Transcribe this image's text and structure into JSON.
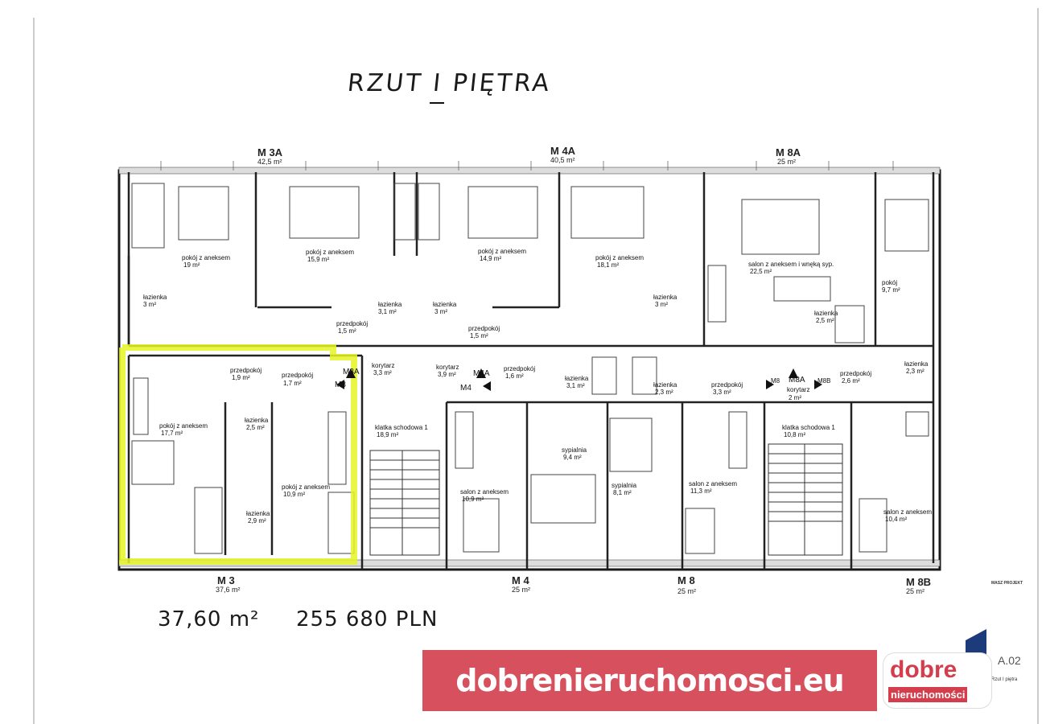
{
  "title": "RZUT I PIĘTRA",
  "annotation": {
    "area": "37,60 m²",
    "price": "255 680 PLN"
  },
  "units_top": [
    {
      "name": "M 3A",
      "area": "42,5 m²"
    },
    {
      "name": "M 4A",
      "area": "40,5 m²"
    },
    {
      "name": "M 8A",
      "area": "25 m²"
    }
  ],
  "units_bottom": [
    {
      "name": "M 3",
      "area": "37,6 m²"
    },
    {
      "name": "M 4",
      "area": "25 m²"
    },
    {
      "name": "M 8",
      "area": "25 m²"
    },
    {
      "name": "M 8B",
      "area": "25 m²"
    }
  ],
  "rooms": {
    "r1": {
      "name": "pokój z aneksem",
      "area": "19 m²"
    },
    "r2": {
      "name": "łazienka",
      "area": "3 m²"
    },
    "r3": {
      "name": "pokój z aneksem",
      "area": "15,9 m²"
    },
    "r4": {
      "name": "łazienka",
      "area": "3,1 m²"
    },
    "r5": {
      "name": "przedpokój",
      "area": "1,5 m²"
    },
    "r6": {
      "name": "pokój z aneksem",
      "area": "14,9 m²"
    },
    "r7": {
      "name": "łazienka",
      "area": "3 m²"
    },
    "r8": {
      "name": "przedpokój",
      "area": "1,5 m²"
    },
    "r9": {
      "name": "pokój z aneksem",
      "area": "18,1 m²"
    },
    "r10": {
      "name": "łazienka",
      "area": "3 m²"
    },
    "r11": {
      "name": "salon z aneksem i wnęką syp.",
      "area": "22,5 m²"
    },
    "r12": {
      "name": "łazienka",
      "area": "2,5 m²"
    },
    "r13": {
      "name": "pokój",
      "area": "9,7 m²"
    },
    "r14": {
      "name": "przedpokój",
      "area": "1,9 m²"
    },
    "r15": {
      "name": "przedpokój",
      "area": "1,7 m²"
    },
    "r16": {
      "name": "korytarz",
      "area": "3,3 m²"
    },
    "r17": {
      "name": "korytarz",
      "area": "3,9 m²"
    },
    "r18": {
      "name": "przedpokój",
      "area": "1,6 m²"
    },
    "r19": {
      "name": "łazienka",
      "area": "3,1 m²"
    },
    "r20": {
      "name": "łazienka",
      "area": "2,3 m²"
    },
    "r21": {
      "name": "przedpokój",
      "area": "3,3 m²"
    },
    "r22": {
      "name": "korytarz",
      "area": "2 m²"
    },
    "r23": {
      "name": "przedpokój",
      "area": "2,6 m²"
    },
    "r24": {
      "name": "łazienka",
      "area": "2,3 m²"
    },
    "r25": {
      "name": "pokój z aneksem",
      "area": "17,7 m²"
    },
    "r26": {
      "name": "łazienka",
      "area": "2,5 m²"
    },
    "r27": {
      "name": "łazienka",
      "area": "2,9 m²"
    },
    "r28": {
      "name": "pokój z aneksem",
      "area": "10,9 m²"
    },
    "r29": {
      "name": "klatka schodowa 1",
      "area": "18,9 m²"
    },
    "r30": {
      "name": "sypialnia",
      "area": "9,4 m²"
    },
    "r31": {
      "name": "salon z aneksem",
      "area": "10,9 m²"
    },
    "r32": {
      "name": "sypialnia",
      "area": "8,1 m²"
    },
    "r33": {
      "name": "salon z aneksem",
      "area": "11,3 m²"
    },
    "r34": {
      "name": "klatka schodowa 1",
      "area": "10,8 m²"
    },
    "r35": {
      "name": "salon z aneksem",
      "area": "10,4 m²"
    }
  },
  "entry_marks": [
    "M3A",
    "M3",
    "M4A",
    "M4",
    "M8",
    "M8A",
    "M8B"
  ],
  "banner": {
    "text": "dobrenieruchomosci.eu"
  },
  "logo": {
    "word1": "dobre",
    "word2": "nieruchomości"
  },
  "titleblock": {
    "sheet": "A.02",
    "office": "MASZ PROJEKT",
    "drawing": "Rzut I piętra"
  },
  "colors": {
    "highlight": "#e6f524",
    "banner": "#d6505d",
    "logo_red": "#d43d4b",
    "wall": "#1a1a1a"
  }
}
